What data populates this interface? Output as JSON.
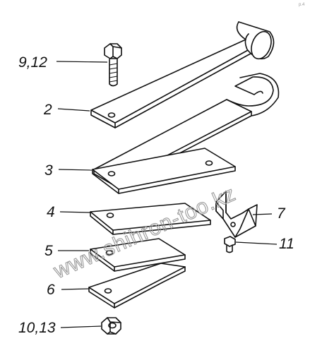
{
  "callouts": {
    "bolt": "9,12",
    "main_leaf": "2",
    "leaf_3": "3",
    "leaf_4": "4",
    "leaf_5": "5",
    "leaf_6": "6",
    "bracket": "7",
    "small_bolt": "11",
    "nut": "10,13"
  },
  "watermark": "www.shihron-too.kz",
  "corner_mark": "p.4"
}
